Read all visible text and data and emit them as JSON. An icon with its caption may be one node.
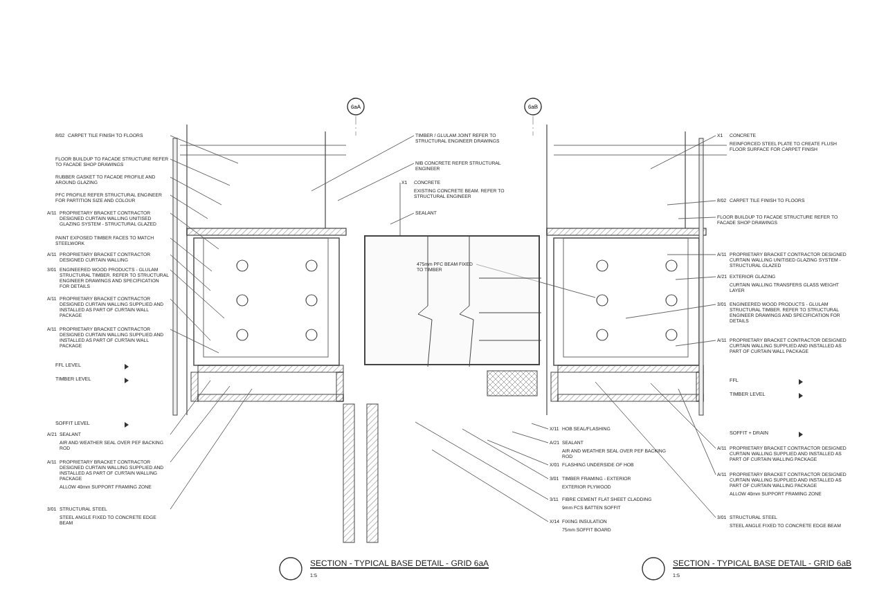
{
  "diagram": {
    "nodes": [
      {
        "text": [
          "8/02",
          "CARPET TILE FINISH TO FLOORS"
        ]
      },
      {
        "text": [
          "FLOOR BUILDUP TO FACADE STRUCTURE REFER TO FACADE SHOP DRAWINGS"
        ]
      },
      {
        "text": [
          "RUBBER GASKET TO FACADE PROFILE AND AROUND GLAZING"
        ]
      },
      {
        "text": [
          "PFC PROFILE REFER STRUCTURAL ENGINEER FOR PARTITION SIZE AND COLOUR"
        ]
      },
      {
        "text": [
          "A/11",
          "PROPRIETARY BRACKET CONTRACTOR DESIGNED CURTAIN WALLING UNITISED GLAZING SYSTEM - STRUCTURAL GLAZED"
        ]
      },
      {
        "text": [
          "PAINT EXPOSED TIMBER FACES TO MATCH STEELWORK"
        ]
      },
      {
        "text": [
          "A/11",
          "PROPRIETARY BRACKET CONTRACTOR DESIGNED CURTAIN WALLING"
        ]
      },
      {
        "text": [
          "3/01",
          "ENGINEERED WOOD PRODUCTS - GLULAM STRUCTURAL TIMBER. REFER TO STRUCTURAL ENGINEER DRAWINGS AND SPECIFICATION FOR DETAILS"
        ]
      },
      {
        "text": [
          "A/11",
          "PROPRIETARY BRACKET CONTRACTOR DESIGNED CURTAIN WALLING SUPPLIED AND INSTALLED AS PART OF CURTAIN WALL PACKAGE"
        ]
      },
      {
        "text": [
          "A/11",
          "PROPRIETARY BRACKET CONTRACTOR DESIGNED CURTAIN WALLING SUPPLIED AND INSTALLED AS PART OF CURTAIN WALL PACKAGE"
        ]
      },
      {
        "text": [
          "A/21",
          "SEALANT",
          "AIR AND WEATHER SEAL OVER PEF BACKING ROD"
        ]
      },
      {
        "text": [
          "A/11",
          "PROPRIETARY BRACKET CONTRACTOR DESIGNED CURTAIN WALLING SUPPLIED AND INSTALLED AS PART OF CURTAIN WALLING PACKAGE",
          "ALLOW 40mm SUPPORT FRAMING ZONE"
        ]
      },
      {
        "text": [
          "3/01",
          "STRUCTURAL STEEL",
          "STEEL ANGLE FIXED TO CONCRETE EDGE BEAM"
        ]
      },
      {
        "text": [
          "TIMBER / GLULAM JOINT REFER TO STRUCTURAL ENGINEER DRAWINGS"
        ]
      },
      {
        "text": [
          "NIB CONCRETE REFER STRUCTURAL ENGINEER"
        ]
      },
      {
        "text": [
          "X1",
          "CONCRETE",
          "EXISTING CONCRETE BEAM. REFER TO STRUCTURAL ENGINEER"
        ]
      },
      {
        "text": [
          "SEALANT"
        ]
      },
      {
        "text": [],
        "shape": "box"
      },
      {
        "text": [
          "475mm PFC BEAM FIXED TO TIMBER"
        ],
        "in": 17
      },
      {
        "text": [
          "X/11",
          "HOB SEAL/FLASHING"
        ]
      },
      {
        "text": [
          "A/21",
          "SEALANT",
          "AIR AND WEATHER SEAL OVER PEF BACKING ROD"
        ]
      },
      {
        "text": [
          "X/01",
          "FLASHING UNDERSIDE OF HOB"
        ]
      },
      {
        "text": [
          "3/01",
          "TIMBER FRAMING - EXTERIOR",
          "EXTERIOR PLYWOOD"
        ]
      },
      {
        "text": [
          "3/11",
          "FIBRE CEMENT FLAT SHEET CLADDING",
          "9mm FCS BATTEN SOFFIT"
        ]
      },
      {
        "text": [
          "X/14",
          "FIXING INSULATION",
          "75mm SOFFIT BOARD"
        ]
      },
      {
        "text": [
          "X1",
          "CONCRETE",
          "REINFORCED STEEL PLATE TO CREATE FLUSH FLOOR SURFACE FOR CARPET FINISH"
        ]
      },
      {
        "text": [
          "8/02",
          "CARPET TILE FINISH TO FLOORS"
        ]
      },
      {
        "text": [
          "FLOOR BUILDUP TO FACADE STRUCTURE REFER TO FACADE SHOP DRAWINGS"
        ]
      },
      {
        "text": [
          "A/11",
          "PROPRIETARY BRACKET CONTRACTOR DESIGNED CURTAIN WALLING UNITISED GLAZING SYSTEM - STRUCTURAL GLAZED"
        ]
      },
      {
        "text": [
          "A/21",
          "EXTERIOR GLAZING",
          "CURTAIN WALLING TRANSFERS GLASS WEIGHT LAYER"
        ]
      },
      {
        "text": [
          "3/01",
          "ENGINEERED WOOD PRODUCTS - GLULAM STRUCTURAL TIMBER. REFER TO STRUCTURAL ENGINEER DRAWINGS AND SPECIFICATION FOR DETAILS"
        ]
      },
      {
        "text": [
          "A/11",
          "PROPRIETARY BRACKET CONTRACTOR DESIGNED CURTAIN WALLING SUPPLIED AND INSTALLED AS PART OF CURTAIN WALL PACKAGE"
        ]
      },
      {
        "text": [
          "A/11",
          "PROPRIETARY BRACKET CONTRACTOR DESIGNED CURTAIN WALLING SUPPLIED AND INSTALLED AS PART OF CURTAIN WALLING PACKAGE"
        ]
      },
      {
        "text": [
          "A/11",
          "PROPRIETARY BRACKET CONTRACTOR DESIGNED CURTAIN WALLING SUPPLIED AND INSTALLED AS PART OF CURTAIN WALLING PACKAGE",
          "ALLOW 40mm SUPPORT FRAMING ZONE"
        ]
      },
      {
        "text": [
          "3/01",
          "STRUCTURAL STEEL",
          "STEEL ANGLE FIXED TO CONCRETE EDGE BEAM"
        ]
      }
    ],
    "edges": [
      {
        "from": 0,
        "to": null,
        "arrow": "none"
      },
      {
        "from": 1,
        "to": null,
        "arrow": "none"
      },
      {
        "from": 2,
        "to": null,
        "arrow": "none"
      },
      {
        "from": 3,
        "to": null,
        "arrow": "none"
      },
      {
        "from": 4,
        "to": null,
        "arrow": "none"
      },
      {
        "from": 5,
        "to": null,
        "arrow": "none"
      },
      {
        "from": 6,
        "to": null,
        "arrow": "none"
      },
      {
        "from": 7,
        "to": null,
        "arrow": "none"
      },
      {
        "from": 8,
        "to": null,
        "arrow": "none"
      },
      {
        "from": 9,
        "to": null,
        "arrow": "none"
      },
      {
        "from": 10,
        "to": null,
        "arrow": "none"
      },
      {
        "from": 11,
        "to": null,
        "arrow": "none"
      },
      {
        "from": 12,
        "to": null,
        "arrow": "none"
      },
      {
        "from": 13,
        "to": null,
        "arrow": "none"
      },
      {
        "from": 14,
        "to": null,
        "arrow": "none"
      },
      {
        "from": 15,
        "to": 17,
        "arrow": "none"
      },
      {
        "from": 16,
        "to": null,
        "arrow": "none"
      },
      {
        "from": 18,
        "to": null,
        "arrow": "none"
      },
      {
        "from": 19,
        "to": null,
        "arrow": "none"
      },
      {
        "from": 20,
        "to": null,
        "arrow": "none"
      },
      {
        "from": 21,
        "to": null,
        "arrow": "none"
      },
      {
        "from": 22,
        "to": null,
        "arrow": "none"
      },
      {
        "from": 23,
        "to": null,
        "arrow": "none"
      },
      {
        "from": 24,
        "to": null,
        "arrow": "none"
      },
      {
        "from": 25,
        "to": null,
        "arrow": "none"
      },
      {
        "from": 26,
        "to": null,
        "arrow": "none"
      },
      {
        "from": 27,
        "to": null,
        "arrow": "none"
      },
      {
        "from": 28,
        "to": null,
        "arrow": "none"
      },
      {
        "from": 29,
        "to": null,
        "arrow": "none"
      },
      {
        "from": 30,
        "to": null,
        "arrow": "none"
      },
      {
        "from": 31,
        "to": null,
        "arrow": "none"
      },
      {
        "from": 32,
        "to": null,
        "arrow": "none"
      },
      {
        "from": 33,
        "to": null,
        "arrow": "none"
      },
      {
        "from": 34,
        "to": null,
        "arrow": "none"
      }
    ],
    "labels": [
      "6aA",
      "6aB",
      "FFL LEVEL",
      "TIMBER LEVEL",
      "SOFFIT LEVEL",
      "FFL",
      "TIMBER LEVEL",
      "SOFFIT + DRAIN",
      "SECTION - TYPICAL BASE DETAIL - GRID 6aA",
      "1:5",
      "SECTION - TYPICAL BASE DETAIL - GRID 6aB",
      "1:5"
    ]
  }
}
